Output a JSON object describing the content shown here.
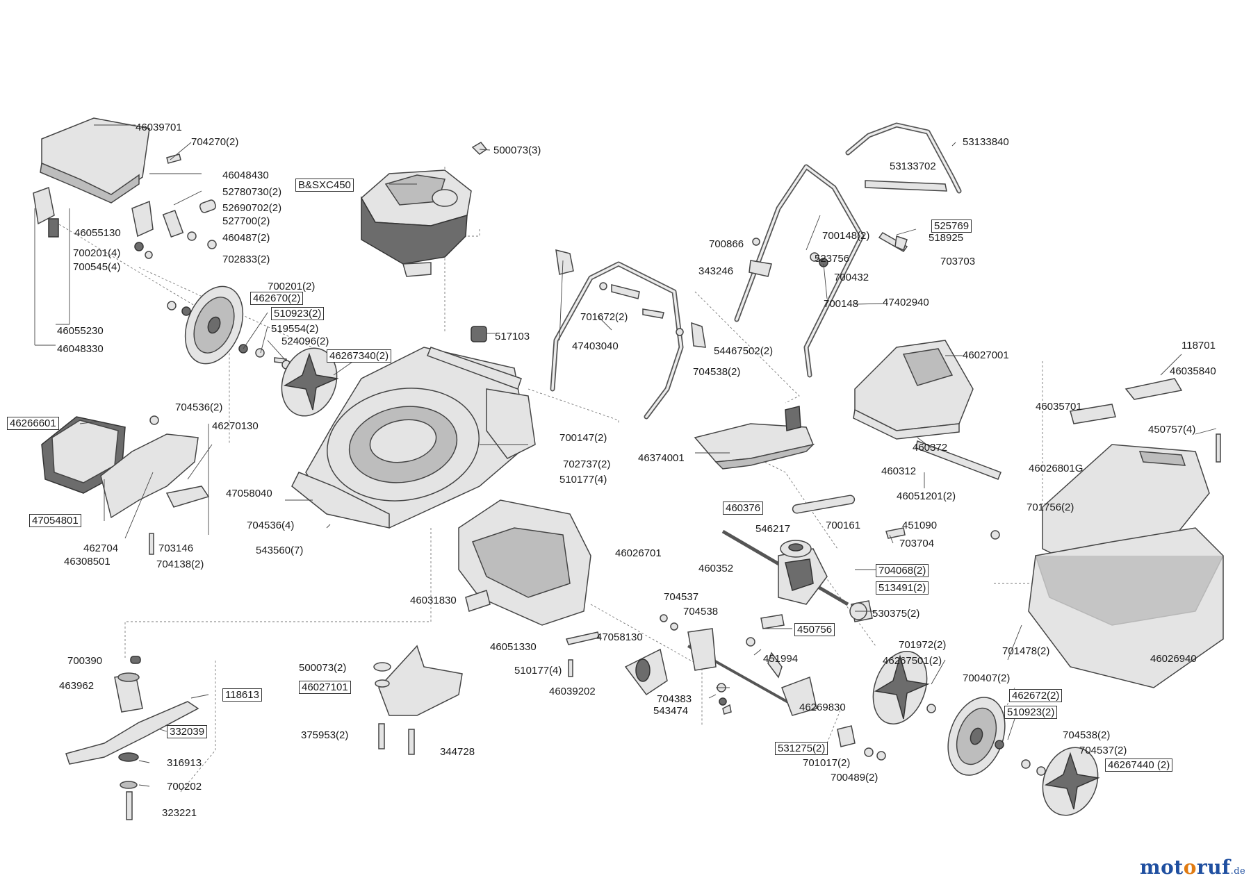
{
  "diagram": {
    "labels": [
      {
        "id": "l1",
        "text": "46039701",
        "boxed": false
      },
      {
        "id": "l2",
        "text": "704270(2)",
        "boxed": false
      },
      {
        "id": "l3",
        "text": "46048430",
        "boxed": false
      },
      {
        "id": "l4",
        "text": "52780730(2)",
        "boxed": false
      },
      {
        "id": "l5",
        "text": "52690702(2)",
        "boxed": false
      },
      {
        "id": "l6",
        "text": "527700(2)",
        "boxed": false
      },
      {
        "id": "l7",
        "text": "460487(2)",
        "boxed": false
      },
      {
        "id": "l8",
        "text": "46055130",
        "boxed": false
      },
      {
        "id": "l9",
        "text": "700201(4)",
        "boxed": false
      },
      {
        "id": "l10",
        "text": "700545(4)",
        "boxed": false
      },
      {
        "id": "l11",
        "text": "702833(2)",
        "boxed": false
      },
      {
        "id": "l12",
        "text": "700201(2)",
        "boxed": false
      },
      {
        "id": "l13",
        "text": "462670(2)",
        "boxed": true
      },
      {
        "id": "l14",
        "text": "510923(2)",
        "boxed": true
      },
      {
        "id": "l15",
        "text": "519554(2)",
        "boxed": false
      },
      {
        "id": "l16",
        "text": "524096(2)",
        "boxed": false
      },
      {
        "id": "l17",
        "text": "46267340(2)",
        "boxed": true
      },
      {
        "id": "l18",
        "text": "46055230",
        "boxed": false
      },
      {
        "id": "l19",
        "text": "46048330",
        "boxed": false
      },
      {
        "id": "l20",
        "text": "B&SXC450",
        "boxed": true
      },
      {
        "id": "l21",
        "text": "500073(3)",
        "boxed": false
      },
      {
        "id": "l22",
        "text": "517103",
        "boxed": false
      },
      {
        "id": "l23",
        "text": "46266601",
        "boxed": true
      },
      {
        "id": "l24",
        "text": "704536(2)",
        "boxed": false
      },
      {
        "id": "l25",
        "text": "46270130",
        "boxed": false
      },
      {
        "id": "l26",
        "text": "47054801",
        "boxed": true
      },
      {
        "id": "l27",
        "text": "462704",
        "boxed": false
      },
      {
        "id": "l28",
        "text": "703146",
        "boxed": false
      },
      {
        "id": "l29",
        "text": "46308501",
        "boxed": false
      },
      {
        "id": "l30",
        "text": "704138(2)",
        "boxed": false
      },
      {
        "id": "l31",
        "text": "47058040",
        "boxed": false
      },
      {
        "id": "l32",
        "text": "704536(4)",
        "boxed": false
      },
      {
        "id": "l33",
        "text": "543560(7)",
        "boxed": false
      },
      {
        "id": "l34",
        "text": "700147(2)",
        "boxed": false
      },
      {
        "id": "l35",
        "text": "702737(2)",
        "boxed": false
      },
      {
        "id": "l36",
        "text": "510177(4)",
        "boxed": false
      },
      {
        "id": "l37",
        "text": "701672(2)",
        "boxed": false
      },
      {
        "id": "l38",
        "text": "47403040",
        "boxed": false
      },
      {
        "id": "l39",
        "text": "704538(2)",
        "boxed": false
      },
      {
        "id": "l40",
        "text": "54467502(2)",
        "boxed": false
      },
      {
        "id": "l41",
        "text": "53133840",
        "boxed": false
      },
      {
        "id": "l42",
        "text": "53133702",
        "boxed": false
      },
      {
        "id": "l43",
        "text": "525769",
        "boxed": true
      },
      {
        "id": "l44",
        "text": "700148(2)",
        "boxed": false
      },
      {
        "id": "l45",
        "text": "518925",
        "boxed": false
      },
      {
        "id": "l46",
        "text": "700866",
        "boxed": false
      },
      {
        "id": "l47",
        "text": "523756",
        "boxed": false
      },
      {
        "id": "l48",
        "text": "703703",
        "boxed": false
      },
      {
        "id": "l49",
        "text": "343246",
        "boxed": false
      },
      {
        "id": "l50",
        "text": "700432",
        "boxed": false
      },
      {
        "id": "l51",
        "text": "700148",
        "boxed": false
      },
      {
        "id": "l52",
        "text": "47402940",
        "boxed": false
      },
      {
        "id": "l53",
        "text": "46027001",
        "boxed": false
      },
      {
        "id": "l54",
        "text": "118701",
        "boxed": false
      },
      {
        "id": "l55",
        "text": "46035840",
        "boxed": false
      },
      {
        "id": "l56",
        "text": "46035701",
        "boxed": false
      },
      {
        "id": "l57",
        "text": "450757(4)",
        "boxed": false
      },
      {
        "id": "l58",
        "text": "46374001",
        "boxed": false
      },
      {
        "id": "l59",
        "text": "460372",
        "boxed": false
      },
      {
        "id": "l60",
        "text": "460312",
        "boxed": false
      },
      {
        "id": "l61",
        "text": "46026801G",
        "boxed": false
      },
      {
        "id": "l62",
        "text": "46051201(2)",
        "boxed": false
      },
      {
        "id": "l63",
        "text": "460376",
        "boxed": true
      },
      {
        "id": "l64",
        "text": "700161",
        "boxed": false
      },
      {
        "id": "l65",
        "text": "546217",
        "boxed": false
      },
      {
        "id": "l66",
        "text": "451090",
        "boxed": false
      },
      {
        "id": "l67",
        "text": "701756(2)",
        "boxed": false
      },
      {
        "id": "l68",
        "text": "703704",
        "boxed": false
      },
      {
        "id": "l69",
        "text": "46026701",
        "boxed": false
      },
      {
        "id": "l70",
        "text": "460352",
        "boxed": false
      },
      {
        "id": "l71",
        "text": "704068(2)",
        "boxed": true
      },
      {
        "id": "l72",
        "text": "513491(2)",
        "boxed": true
      },
      {
        "id": "l73",
        "text": "46031830",
        "boxed": false
      },
      {
        "id": "l74",
        "text": "704537",
        "boxed": false
      },
      {
        "id": "l75",
        "text": "704538",
        "boxed": false
      },
      {
        "id": "l76",
        "text": "530375(2)",
        "boxed": false
      },
      {
        "id": "l77",
        "text": "450756",
        "boxed": true
      },
      {
        "id": "l78",
        "text": "47058130",
        "boxed": false
      },
      {
        "id": "l79",
        "text": "46051330",
        "boxed": false
      },
      {
        "id": "l80",
        "text": "451994",
        "boxed": false
      },
      {
        "id": "l81",
        "text": "701972(2)",
        "boxed": false
      },
      {
        "id": "l82",
        "text": "701478(2)",
        "boxed": false
      },
      {
        "id": "l83",
        "text": "46026940",
        "boxed": false
      },
      {
        "id": "l84",
        "text": "700390",
        "boxed": false
      },
      {
        "id": "l85",
        "text": "500073(2)",
        "boxed": false
      },
      {
        "id": "l86",
        "text": "510177(4)",
        "boxed": false
      },
      {
        "id": "l87",
        "text": "46267501(2)",
        "boxed": false
      },
      {
        "id": "l88",
        "text": "46027101",
        "boxed": true
      },
      {
        "id": "l89",
        "text": "46039202",
        "boxed": false
      },
      {
        "id": "l90",
        "text": "700407(2)",
        "boxed": false
      },
      {
        "id": "l91",
        "text": "463962",
        "boxed": false
      },
      {
        "id": "l92",
        "text": "118613",
        "boxed": true
      },
      {
        "id": "l93",
        "text": "704383",
        "boxed": false
      },
      {
        "id": "l94",
        "text": "543474",
        "boxed": false
      },
      {
        "id": "l95",
        "text": "46269830",
        "boxed": false
      },
      {
        "id": "l96",
        "text": "462672(2)",
        "boxed": true
      },
      {
        "id": "l97",
        "text": "510923(2)",
        "boxed": true
      },
      {
        "id": "l98",
        "text": "332039",
        "boxed": true
      },
      {
        "id": "l99",
        "text": "375953(2)",
        "boxed": false
      },
      {
        "id": "l100",
        "text": "344728",
        "boxed": false
      },
      {
        "id": "l101",
        "text": "704538(2)",
        "boxed": false
      },
      {
        "id": "l102",
        "text": "531275(2)",
        "boxed": true
      },
      {
        "id": "l103",
        "text": "704537(2)",
        "boxed": false
      },
      {
        "id": "l104",
        "text": "316913",
        "boxed": false
      },
      {
        "id": "l105",
        "text": "701017(2)",
        "boxed": false
      },
      {
        "id": "l106",
        "text": "46267440 (2)",
        "boxed": true
      },
      {
        "id": "l107",
        "text": "700489(2)",
        "boxed": false
      },
      {
        "id": "l108",
        "text": "700202",
        "boxed": false
      },
      {
        "id": "l109",
        "text": "323221",
        "boxed": false
      }
    ]
  },
  "watermark": {
    "part1": "mot",
    "part2": "o",
    "part3": "ruf",
    "suffix": ".de"
  }
}
